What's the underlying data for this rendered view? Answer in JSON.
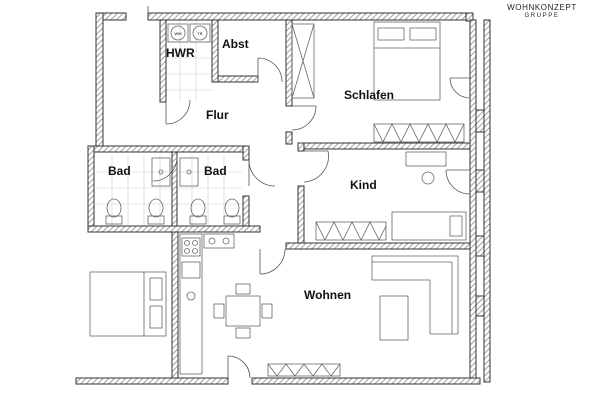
{
  "brand": {
    "line1": "WOHNKONZEPT",
    "line2": "GRUPPE"
  },
  "rooms": {
    "hwr": "HWR",
    "abst": "Abst",
    "schlafen": "Schlafen",
    "flur": "Flur",
    "bad_left": "Bad",
    "bad_right": "Bad",
    "kind": "Kind",
    "wohnen": "Wohnen"
  },
  "appliances": {
    "washer": "WM",
    "dryer": "TR"
  },
  "colors": {
    "wall_hatch": "#888888",
    "wall_outline": "#333333",
    "floor_tile": "#cfcfcf",
    "text": "#111111"
  }
}
